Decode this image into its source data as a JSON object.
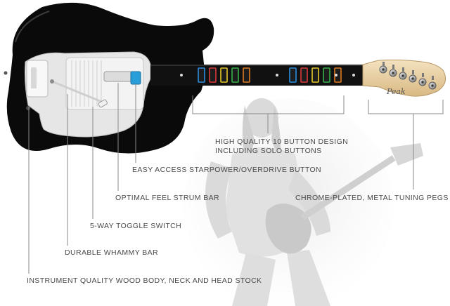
{
  "headstock_brand": "Peak",
  "colors": {
    "body": "#0a0a0a",
    "pickguard": "#e6e6e6",
    "neck_wood": "#ead3a6",
    "fret_buttons": [
      "#2a8de0",
      "#d83a3a",
      "#e6c82a",
      "#35b24a",
      "#e07a1f"
    ],
    "leader_lines": "#8a8a8a",
    "text": "#4a4a4a"
  },
  "callouts": {
    "fret_buttons_line1": "HIGH QUALITY 10 BUTTON DESIGN",
    "fret_buttons_line2": "INCLUDING SOLO BUTTONS",
    "starpower": "EASY ACCESS STARPOWER/OVERDRIVE BUTTON",
    "strum_bar": "OPTIMAL FEEL STRUM BAR",
    "tuning_pegs": "CHROME-PLATED, METAL TUNING PEGS",
    "toggle_switch": "5-WAY TOGGLE SWITCH",
    "whammy_bar": "DURABLE WHAMMY BAR",
    "wood_body": "INSTRUMENT QUALITY WOOD BODY, NECK AND HEAD STOCK"
  }
}
